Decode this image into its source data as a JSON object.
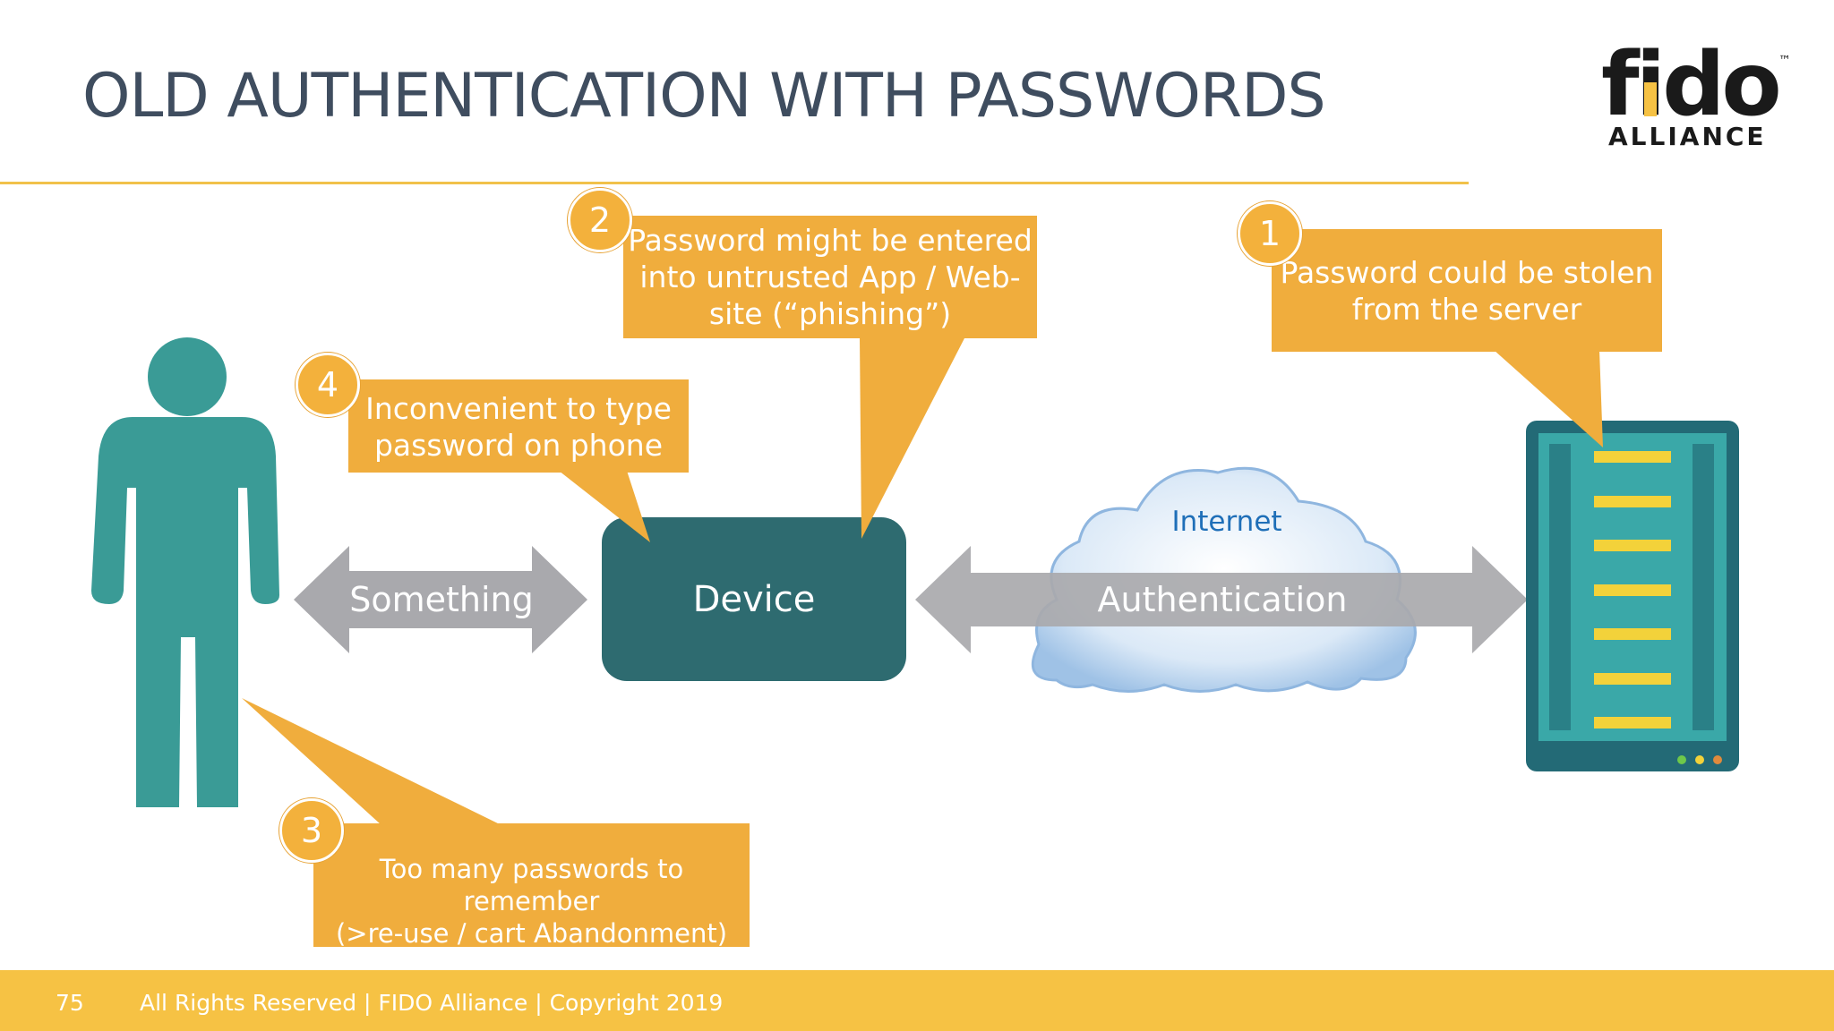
{
  "slide": {
    "title": "OLD AUTHENTICATION WITH PASSWORDS",
    "logo": {
      "word": "fido",
      "tm": "™",
      "subtitle": "ALLIANCE"
    },
    "colors": {
      "callout": "#f0ad3d",
      "teal": "#3a9b96",
      "device": "#2e6b70",
      "arrow": "#a9a9ad",
      "footer": "#f6c244",
      "title": "#3f4d5f"
    }
  },
  "diagram": {
    "arrow_left_label": "Something",
    "device_label": "Device",
    "arrow_right_label": "Authentication",
    "cloud_label": "Internet",
    "callouts": [
      {
        "number": "1",
        "text": [
          "Password could be stolen",
          "from the server"
        ]
      },
      {
        "number": "2",
        "text": [
          "Password might be entered",
          "into untrusted App / Web-",
          "site  (“phishing”)"
        ]
      },
      {
        "number": "3",
        "text": [
          "Too many passwords to remember",
          "(>re-use / cart Abandonment)"
        ]
      },
      {
        "number": "4",
        "text": [
          "Inconvenient to type",
          "password on phone"
        ]
      }
    ]
  },
  "footer": {
    "page_number": "75",
    "text": "All Rights Reserved | FIDO Alliance  | Copyright 2019"
  }
}
